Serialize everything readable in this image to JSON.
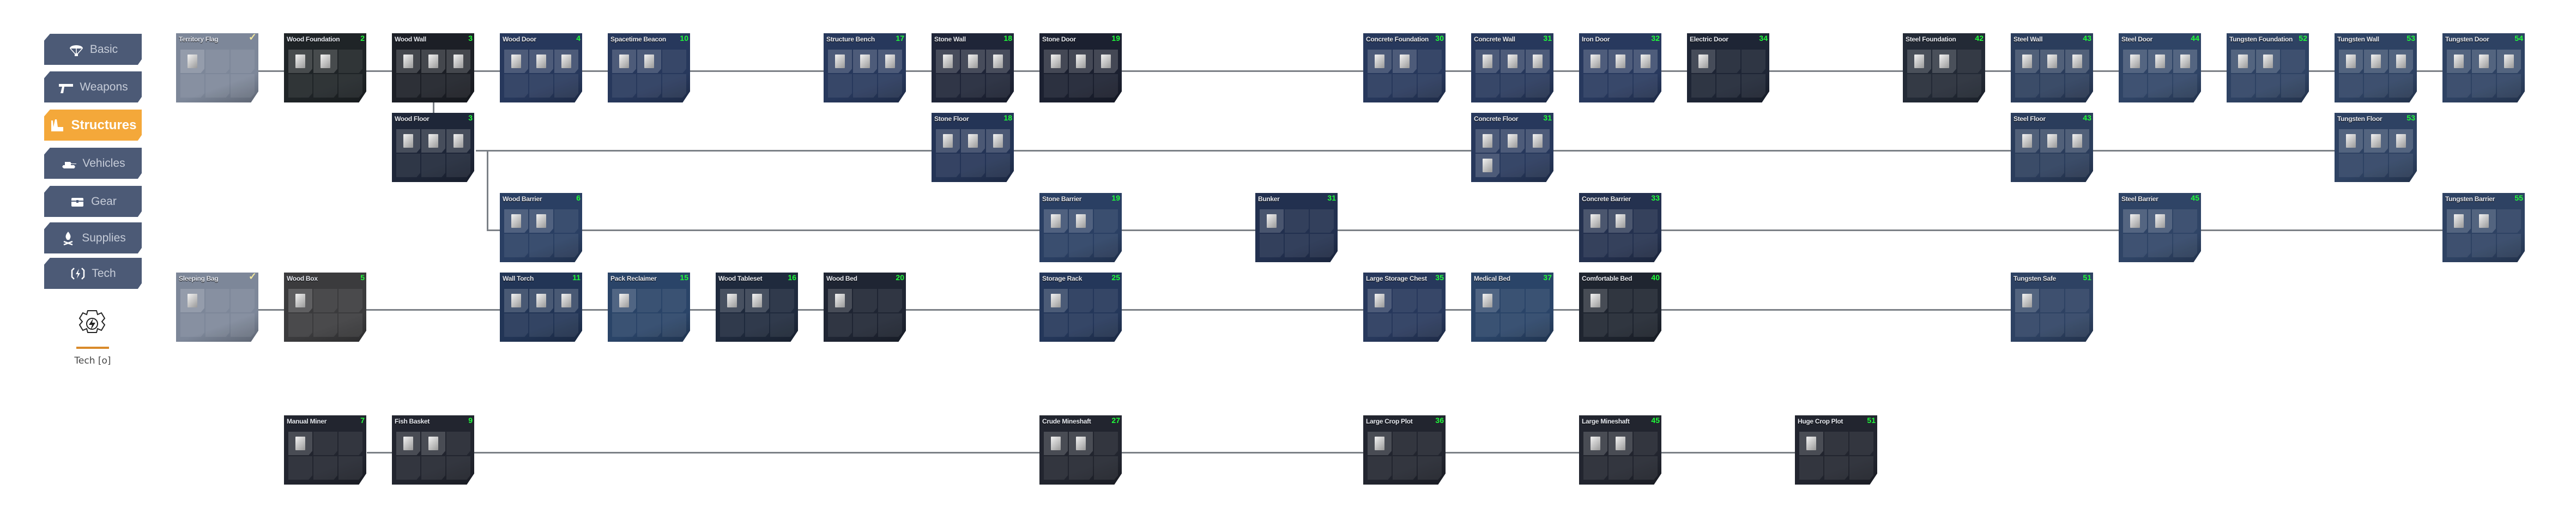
{
  "sidebar": {
    "items": [
      {
        "label": "Basic",
        "icon": "parachute-icon"
      },
      {
        "label": "Weapons",
        "icon": "pistol-icon"
      },
      {
        "label": "Structures",
        "icon": "factory-icon",
        "active": true
      },
      {
        "label": "Vehicles",
        "icon": "tank-icon"
      },
      {
        "label": "Gear",
        "icon": "chest-icon"
      },
      {
        "label": "Supplies",
        "icon": "campfire-icon"
      },
      {
        "label": "Tech",
        "icon": "tech-gear-icon"
      }
    ],
    "tech_shortcut": {
      "label": "Tech [o]",
      "icon": "gear-lightning-icon"
    }
  },
  "colors": {
    "accent": "#f4a83a",
    "level": "#1fff3a",
    "check": "#f3e9a0",
    "line": "#7b8086"
  },
  "cards": [
    {
      "title": "Territory Flag",
      "check": "✓",
      "items": 1,
      "color": "#7d8799"
    },
    {
      "title": "Wood Foundation",
      "level": "2",
      "items": 2,
      "color": "#1f2427"
    },
    {
      "title": "Wood Wall",
      "level": "3",
      "items": 3,
      "color": "#1c1f26"
    },
    {
      "title": "Wood Door",
      "level": "4",
      "items": 3,
      "color": "#27385c"
    },
    {
      "title": "Spacetime Beacon",
      "level": "10",
      "items": 2,
      "color": "#27385c"
    },
    {
      "title": "Structure Bench",
      "level": "17",
      "items": 3,
      "color": "#27385c"
    },
    {
      "title": "Stone Wall",
      "level": "18",
      "items": 3,
      "color": "#1f2538"
    },
    {
      "title": "Stone Door",
      "level": "19",
      "items": 3,
      "color": "#1b2030"
    },
    {
      "title": "Concrete Foundation",
      "level": "30",
      "items": 2,
      "color": "#27385c"
    },
    {
      "title": "Concrete Wall",
      "level": "31",
      "items": 3,
      "color": "#27385c"
    },
    {
      "title": "Iron Door",
      "level": "32",
      "items": 3,
      "color": "#28395e"
    },
    {
      "title": "Electric Door",
      "level": "34",
      "items": 1,
      "color": "#1e2535"
    },
    {
      "title": "Steel Foundation",
      "level": "42",
      "items": 2,
      "color": "#232a36"
    },
    {
      "title": "Steel Wall",
      "level": "43",
      "items": 3,
      "color": "#2b3d5c"
    },
    {
      "title": "Steel Door",
      "level": "44",
      "items": 3,
      "color": "#2f4466"
    },
    {
      "title": "Tungsten Foundation",
      "level": "52",
      "items": 2,
      "color": "#2e4263"
    },
    {
      "title": "Tungsten Wall",
      "level": "53",
      "items": 3,
      "color": "#2e4263"
    },
    {
      "title": "Tungsten Door",
      "level": "54",
      "items": 3,
      "color": "#2e4263"
    },
    {
      "title": "Wood Floor",
      "level": "3",
      "items": 3,
      "color": "#1e2638"
    },
    {
      "title": "Stone Floor",
      "level": "18",
      "items": 3,
      "color": "#243456"
    },
    {
      "title": "Concrete Floor",
      "level": "31",
      "items": 4,
      "color": "#27385c"
    },
    {
      "title": "Steel Floor",
      "level": "43",
      "items": 3,
      "color": "#2b3d5c"
    },
    {
      "title": "Tungsten Floor",
      "level": "53",
      "items": 3,
      "color": "#2e4263"
    },
    {
      "title": "Wood Barrier",
      "level": "6",
      "items": 2,
      "color": "#2a3f63"
    },
    {
      "title": "Stone Barrier",
      "level": "19",
      "items": 2,
      "color": "#2a3f63"
    },
    {
      "title": "Bunker",
      "level": "31",
      "items": 1,
      "color": "#22304f"
    },
    {
      "title": "Concrete Barrier",
      "level": "33",
      "items": 2,
      "color": "#24314f"
    },
    {
      "title": "Steel Barrier",
      "level": "45",
      "items": 2,
      "color": "#2f4466"
    },
    {
      "title": "Tungsten Barrier",
      "level": "55",
      "items": 2,
      "color": "#2e4263"
    },
    {
      "title": "Sleeping Bag",
      "check": "✓",
      "items": 1,
      "color": "#7d8799"
    },
    {
      "title": "Wood Box",
      "level": "5",
      "items": 1,
      "color": "#3b3b3d"
    },
    {
      "title": "Wall Torch",
      "level": "11",
      "items": 3,
      "color": "#223556"
    },
    {
      "title": "Pack Reclaimer",
      "level": "15",
      "items": 1,
      "color": "#2a4468"
    },
    {
      "title": "Wood Tableset",
      "level": "16",
      "items": 2,
      "color": "#1f2a3d"
    },
    {
      "title": "Wood Bed",
      "level": "20",
      "items": 1,
      "color": "#1f2533"
    },
    {
      "title": "Storage Rack",
      "level": "25",
      "items": 1,
      "color": "#24375a"
    },
    {
      "title": "Large Storage Chest",
      "level": "35",
      "items": 1,
      "color": "#27385c"
    },
    {
      "title": "Medical Bed",
      "level": "37",
      "items": 1,
      "color": "#2a4468"
    },
    {
      "title": "Comfortable Bed",
      "level": "40",
      "items": 1,
      "color": "#1f2530"
    },
    {
      "title": "Tungsten Safe",
      "level": "51",
      "items": 1,
      "color": "#2e4263"
    },
    {
      "title": "Manual Miner",
      "level": "7",
      "items": 1,
      "color": "#22252f"
    },
    {
      "title": "Fish Basket",
      "level": "9",
      "items": 2,
      "color": "#22252f"
    },
    {
      "title": "Crude Mineshaft",
      "level": "27",
      "items": 2,
      "color": "#22252f"
    },
    {
      "title": "Large Crop Plot",
      "level": "36",
      "items": 1,
      "color": "#22252f"
    },
    {
      "title": "Large Mineshaft",
      "level": "45",
      "items": 2,
      "color": "#22252f"
    },
    {
      "title": "Huge Crop Plot",
      "level": "51",
      "items": 1,
      "color": "#22252f"
    }
  ]
}
